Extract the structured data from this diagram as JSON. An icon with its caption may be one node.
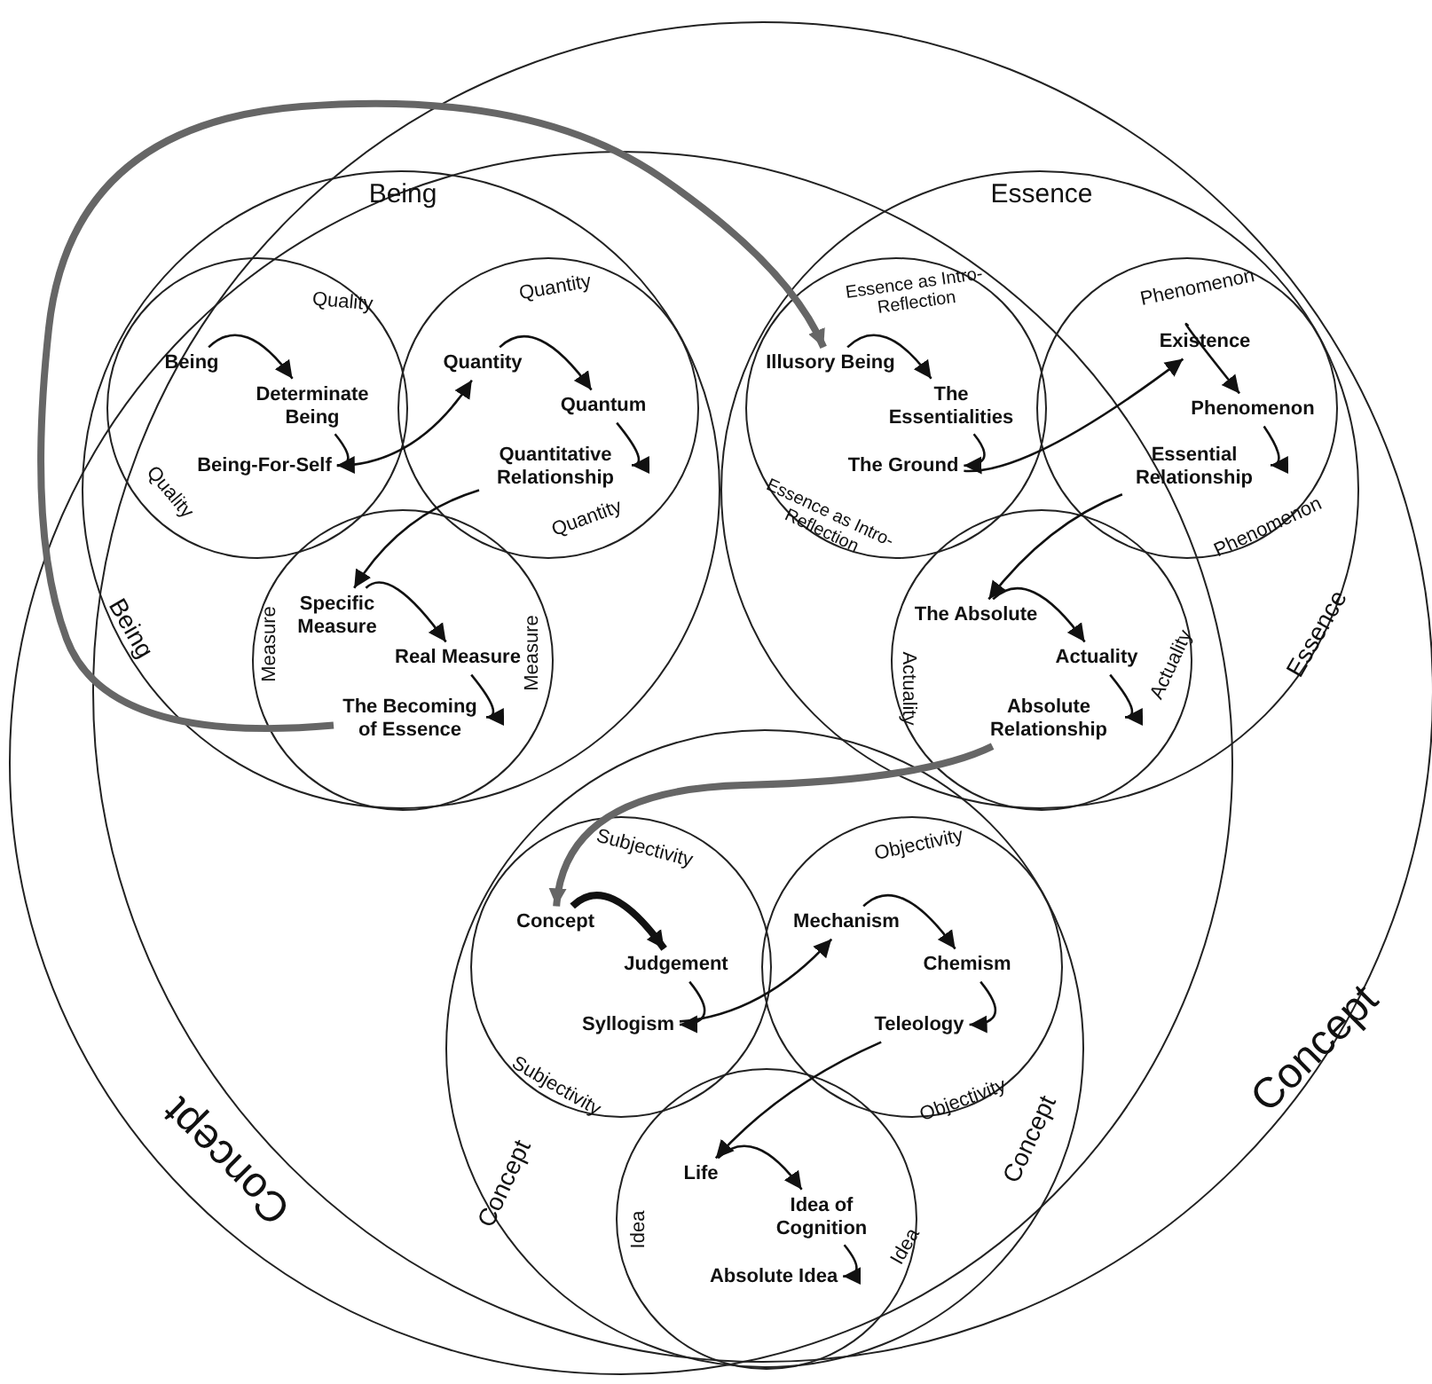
{
  "diagram": {
    "nodes": [
      {
        "text": [
          "Concept"
        ]
      },
      {
        "text": [
          "Concept"
        ]
      },
      {
        "text": [
          "Being",
          "Being"
        ],
        "in": 0
      },
      {
        "text": [
          "Quality",
          "Quality"
        ],
        "in": 2
      },
      {
        "text": [
          "Being"
        ],
        "in": 3
      },
      {
        "text": [
          "Determinate Being"
        ],
        "in": 3
      },
      {
        "text": [
          "Being-For-Self"
        ],
        "in": 3
      },
      {
        "text": [
          "Quantity",
          "Quantity"
        ],
        "in": 2
      },
      {
        "text": [
          "Quantity"
        ],
        "in": 7
      },
      {
        "text": [
          "Quantum"
        ],
        "in": 7
      },
      {
        "text": [
          "Quantitative Relationship"
        ],
        "in": 7
      },
      {
        "text": [
          "Measure",
          "Measure"
        ],
        "in": 2
      },
      {
        "text": [
          "Specific Measure"
        ],
        "in": 11
      },
      {
        "text": [
          "Real Measure"
        ],
        "in": 11
      },
      {
        "text": [
          "The Becoming of Essence"
        ],
        "in": 11
      },
      {
        "text": [
          "Essence",
          "Essence"
        ],
        "in": 1
      },
      {
        "text": [
          "Essence as Intro-Reflection",
          "Essence as Intro-Reflection"
        ],
        "in": 15
      },
      {
        "text": [
          "Illusory Being"
        ],
        "in": 16
      },
      {
        "text": [
          "The Essentialities"
        ],
        "in": 16
      },
      {
        "text": [
          "The Ground"
        ],
        "in": 16
      },
      {
        "text": [
          "Phenomenon",
          "Phenomenon"
        ],
        "in": 15
      },
      {
        "text": [
          "Existence"
        ],
        "in": 20
      },
      {
        "text": [
          "Phenomenon"
        ],
        "in": 20
      },
      {
        "text": [
          "Essential Relationship"
        ],
        "in": 20
      },
      {
        "text": [
          "Actuality",
          "Actuality"
        ],
        "in": 15
      },
      {
        "text": [
          "The Absolute"
        ],
        "in": 24
      },
      {
        "text": [
          "Actuality"
        ],
        "in": 24
      },
      {
        "text": [
          "Absolute Relationship"
        ],
        "in": 24
      },
      {
        "text": [
          "Concept",
          "Concept"
        ],
        "in": 0
      },
      {
        "text": [
          "Subjectivity",
          "Subjectivity"
        ],
        "in": 28
      },
      {
        "text": [
          "Concept"
        ],
        "in": 29
      },
      {
        "text": [
          "Judgement"
        ],
        "in": 29
      },
      {
        "text": [
          "Syllogism"
        ],
        "in": 29
      },
      {
        "text": [
          "Objectivity",
          "Objectivity"
        ],
        "in": 28
      },
      {
        "text": [
          "Mechanism"
        ],
        "in": 33
      },
      {
        "text": [
          "Chemism"
        ],
        "in": 33
      },
      {
        "text": [
          "Teleology"
        ],
        "in": 33
      },
      {
        "text": [
          "Idea",
          "Idea"
        ],
        "in": 28
      },
      {
        "text": [
          "Life"
        ],
        "in": 37
      },
      {
        "text": [
          "Idea of Cognition"
        ],
        "in": 37
      },
      {
        "text": [
          "Absolute Idea"
        ],
        "in": 37
      }
    ],
    "edges": [
      {
        "from": 4,
        "to": 5,
        "arrow": "to"
      },
      {
        "from": 5,
        "to": 6,
        "arrow": "to"
      },
      {
        "from": 6,
        "to": 8,
        "arrow": "to"
      },
      {
        "from": 8,
        "to": 9,
        "arrow": "to"
      },
      {
        "from": 9,
        "to": 10,
        "arrow": "to"
      },
      {
        "from": 10,
        "to": 12,
        "arrow": "to"
      },
      {
        "from": 12,
        "to": 13,
        "arrow": "to"
      },
      {
        "from": 13,
        "to": 14,
        "arrow": "to"
      },
      {
        "from": 14,
        "to": 17,
        "arrow": "to",
        "style": "thick",
        "color": "#666666"
      },
      {
        "from": 17,
        "to": 18,
        "arrow": "to"
      },
      {
        "from": 18,
        "to": 19,
        "arrow": "to"
      },
      {
        "from": 19,
        "to": 21,
        "arrow": "to"
      },
      {
        "from": 21,
        "to": 22,
        "arrow": "to"
      },
      {
        "from": 22,
        "to": 23,
        "arrow": "to"
      },
      {
        "from": 23,
        "to": 25,
        "arrow": "to"
      },
      {
        "from": 25,
        "to": 26,
        "arrow": "to"
      },
      {
        "from": 26,
        "to": 27,
        "arrow": "to"
      },
      {
        "from": 27,
        "to": 30,
        "arrow": "to",
        "style": "thick",
        "color": "#666666"
      },
      {
        "from": 30,
        "to": 31,
        "arrow": "to",
        "style": "thick"
      },
      {
        "from": 31,
        "to": 32,
        "arrow": "to"
      },
      {
        "from": 32,
        "to": 34,
        "arrow": "to"
      },
      {
        "from": 34,
        "to": 35,
        "arrow": "to"
      },
      {
        "from": 35,
        "to": 36,
        "arrow": "to"
      },
      {
        "from": 36,
        "to": 38,
        "arrow": "to"
      },
      {
        "from": 38,
        "to": 39,
        "arrow": "to"
      },
      {
        "from": 39,
        "to": 40,
        "arrow": "to"
      }
    ]
  }
}
